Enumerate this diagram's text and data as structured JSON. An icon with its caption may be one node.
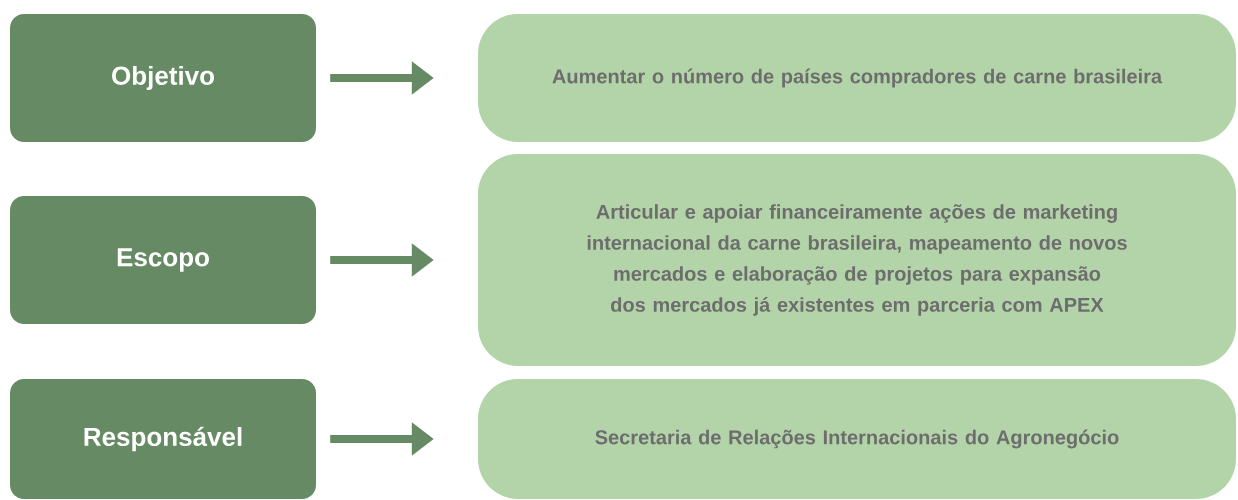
{
  "diagram": {
    "nodes": [
      {
        "text": [
          "Objetivo"
        ]
      },
      {
        "text": [
          "Aumentar o número de países compradores de carne brasileira"
        ]
      },
      {
        "text": [
          "Escopo"
        ]
      },
      {
        "text": [
          "Articular e apoiar financeiramente ações de marketing internacional da carne brasileira, mapeamento de novos mercados e elaboração de projetos para expansão dos mercados já existentes em parceria com APEX"
        ]
      },
      {
        "text": [
          "Responsável"
        ]
      },
      {
        "text": [
          "Secretaria de Relações Internacionais do Agronegócio"
        ]
      }
    ],
    "edges": [
      {
        "from": 0,
        "to": 1,
        "arrow": "to"
      },
      {
        "from": 2,
        "to": 3,
        "arrow": "to"
      },
      {
        "from": 4,
        "to": 5,
        "arrow": "to"
      }
    ]
  }
}
